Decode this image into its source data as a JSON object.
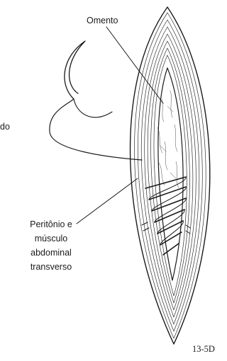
{
  "labels": {
    "omento": "Omento",
    "do": "do",
    "peritonio": [
      "Peritônio e",
      "músculo",
      "abdominal",
      "transverso"
    ],
    "figure_number": "13-5D"
  },
  "colors": {
    "ink": "#1a1a1a",
    "background": "#ffffff"
  }
}
